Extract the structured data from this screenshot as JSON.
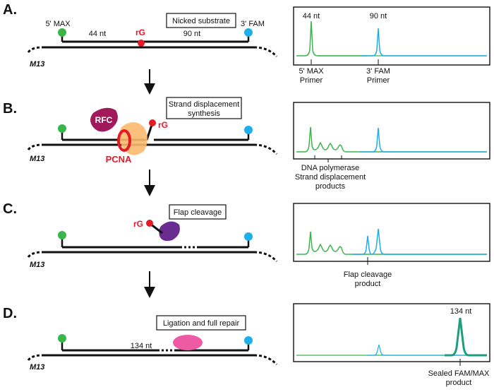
{
  "colors": {
    "green": "#3ab54a",
    "blue": "#1eaee8",
    "red": "#e51a26",
    "rfc": "#a0195a",
    "polymerase": "#f9b96e",
    "fen1": "#6a2c91",
    "ligase": "#ef5aa4",
    "black": "#111111"
  },
  "panels": {
    "A": {
      "letter": "A.",
      "box_label": "Nicked substrate",
      "left_end": "5' MAX",
      "right_end": "3' FAM",
      "left_len": "44 nt",
      "right_len": "90 nt",
      "rg": "rG",
      "m13": "M13",
      "trace": {
        "peak1_label": "44 nt",
        "peak2_label": "90 nt",
        "annot1_line1": "5' MAX",
        "annot1_line2": "Primer",
        "annot2_line1": "3' FAM",
        "annot2_line2": "Primer"
      }
    },
    "B": {
      "letter": "B.",
      "box_line1": "Strand displacement",
      "box_line2": "synthesis",
      "rfc": "RFC",
      "pcna": "PCNA",
      "rg": "rG",
      "m13": "M13",
      "trace": {
        "annot_line1": "DNA polymerase",
        "annot_line2": "Strand displacement",
        "annot_line3": "products"
      }
    },
    "C": {
      "letter": "C.",
      "box_label": "Flap cleavage",
      "rg": "rG",
      "m13": "M13",
      "trace": {
        "annot_line1": "Flap cleavage",
        "annot_line2": "product"
      }
    },
    "D": {
      "letter": "D.",
      "box_label": "Ligation and full repair",
      "len": "134 nt",
      "m13": "M13",
      "trace": {
        "peak_label": "134 nt",
        "annot_line1": "Sealed FAM/MAX",
        "annot_line2": "product"
      }
    }
  }
}
